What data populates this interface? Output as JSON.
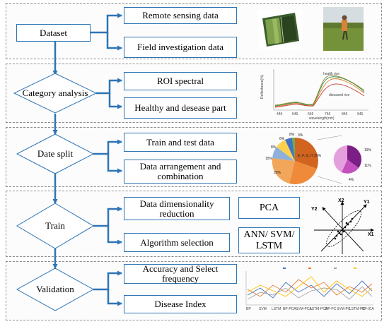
{
  "colors": {
    "accent": "#2e74b5",
    "arrow": "#2e74b5",
    "panel_border": "#8c8c8c"
  },
  "stages": [
    {
      "name": "Dataset",
      "items": [
        "Remote sensing data",
        "Field investigation data"
      ]
    },
    {
      "name": "Category analysis",
      "items": [
        "ROI spectral",
        "Healthy and desease part"
      ]
    },
    {
      "name": "Date split",
      "items": [
        "Train and test data",
        "Data arrangement and combination"
      ]
    },
    {
      "name": "Train",
      "items": [
        "Data dimensionality reduction",
        "Algorithm selection"
      ],
      "methods": [
        "PCA",
        "ANN/ SVM/ LSTM"
      ]
    },
    {
      "name": "Validation",
      "items": [
        "Accuracy and Select frequency",
        "Disease Index"
      ]
    }
  ],
  "spectral_chart": {
    "ylabel": "Reflectance(%)",
    "xlabel": "wavelength(nm)",
    "annotations": [
      "health rice",
      "diseased rice"
    ],
    "x_ticks": [
      "446",
      "546",
      "646",
      "746",
      "846",
      "946"
    ]
  },
  "pie_chart": {
    "left_labels": [
      "6%",
      "8%",
      "3%",
      "8%",
      "15%",
      "25%"
    ],
    "center_label": "E, F, G, H 35%",
    "right_labels": [
      "19%",
      "11%",
      "4%"
    ]
  },
  "pca_plot": {
    "axis_labels": [
      "Y2",
      "X2",
      "Y1",
      "X1"
    ]
  },
  "validation_chart": {
    "x_ticks": [
      "BP",
      "SVM",
      "LSTM",
      "BP-PCA",
      "SVM-PCA",
      "LSTM-PCA",
      "BP-PC",
      "SVM-PC",
      "LSTM-PC",
      "BP-ICA"
    ]
  }
}
